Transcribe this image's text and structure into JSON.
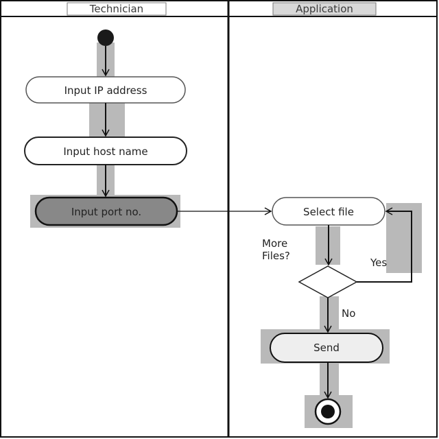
{
  "diagram": {
    "lanes": [
      {
        "title": "Technician"
      },
      {
        "title": "Application"
      }
    ],
    "nodes": {
      "input_ip": "Input IP address",
      "input_host": "Input host name",
      "input_port": "Input port no.",
      "select_file": "Select file",
      "send": "Send"
    },
    "branches": {
      "more_files_line1": "More",
      "more_files_line2": "Files?",
      "yes": "Yes",
      "no": "No"
    }
  }
}
